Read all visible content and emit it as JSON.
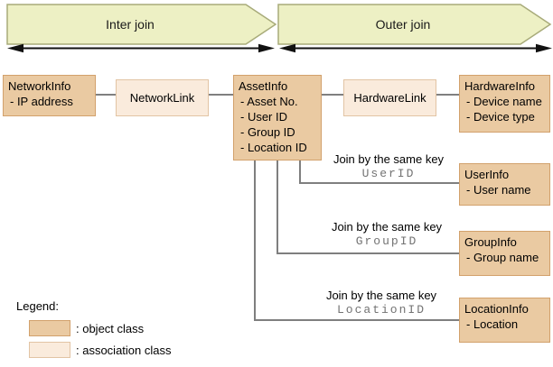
{
  "banners": {
    "inter_join": "Inter join",
    "outer_join": "Outer join"
  },
  "boxes": {
    "network_info": {
      "title": "NetworkInfo",
      "attrs": [
        "- IP address"
      ]
    },
    "network_link": {
      "title": "NetworkLink"
    },
    "asset_info": {
      "title": "AssetInfo",
      "attrs": [
        "- Asset No.",
        "- User ID",
        "- Group ID",
        "- Location ID"
      ]
    },
    "hardware_link": {
      "title": "HardwareLink"
    },
    "hardware_info": {
      "title": "HardwareInfo",
      "attrs": [
        "- Device name",
        "- Device type"
      ]
    },
    "user_info": {
      "title": "UserInfo",
      "attrs": [
        "- User name"
      ]
    },
    "group_info": {
      "title": "GroupInfo",
      "attrs": [
        "- Group name"
      ]
    },
    "location_info": {
      "title": "LocationInfo",
      "attrs": [
        "- Location"
      ]
    }
  },
  "joins": {
    "user": {
      "label": "Join by the same key",
      "key": "UserID"
    },
    "group": {
      "label": "Join by the same key",
      "key": "GroupID"
    },
    "location": {
      "label": "Join by the same key",
      "key": "LocationID"
    }
  },
  "legend": {
    "title": "Legend:",
    "object_label": ": object class",
    "association_label": ": association class"
  },
  "colors": {
    "object_fill": "#EACAA2",
    "object_border": "#D2A16C",
    "association_fill": "#FAEBDC",
    "association_border": "#E2C4A4",
    "banner_fill": "#EDF0C4",
    "banner_border": "#A8AB7A",
    "connector": "#7F7F7F",
    "arrow": "#111111",
    "key_text": "#737373"
  }
}
